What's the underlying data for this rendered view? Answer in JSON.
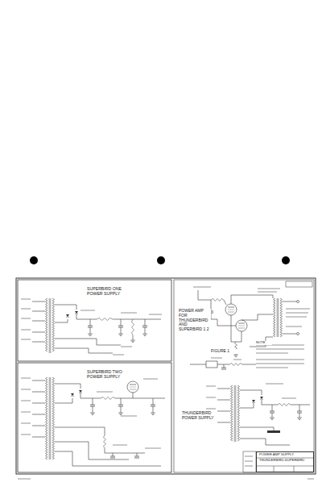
{
  "diagram": {
    "nodes": [
      {
        "text": [
          "SUPERBIRD ONE POWER SUPPLY"
        ]
      },
      {
        "text": [
          "SUPERBIRD TWO POWER SUPPLY"
        ]
      },
      {
        "text": [
          "POWER AMP SUPPLY",
          "THUNDERBIRD-SUPERBIRD"
        ]
      }
    ],
    "labels": [
      "POWER AMP FOR THUNDERBIRD AND SUPERBIRD 1 2",
      "FIGURE 1",
      "THUNDERBIRD POWER SUPPLY",
      "NOTE"
    ]
  }
}
